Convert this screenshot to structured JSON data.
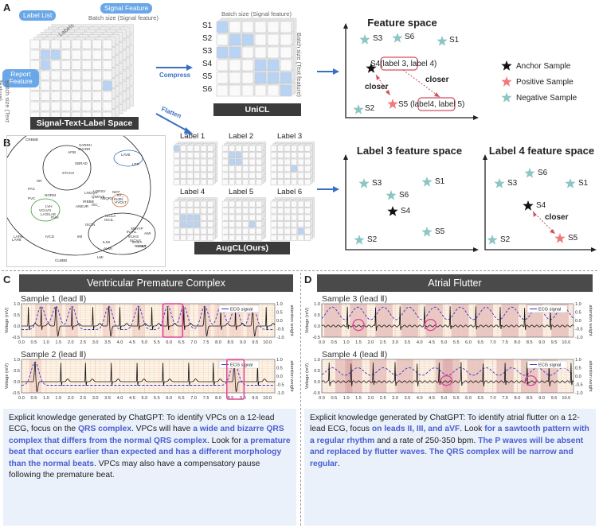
{
  "panel_letters": {
    "a": "A",
    "b": "B",
    "c": "C",
    "d": "D"
  },
  "panel_a": {
    "pills": {
      "label_list": "Label List",
      "signal_feature": "Signal Feature",
      "report_feature": "Report\nFeature"
    },
    "cube_texts": {
      "labels": "Labels",
      "batch_signal": "Batch size (Signal feature)",
      "batch_text": "Batch size (Text feature)"
    },
    "space_caption": "Signal-Text-Label Space",
    "compress_label": "Compress",
    "flatten_label": "Flatten",
    "unicl": {
      "rows": [
        "S1",
        "S2",
        "S3",
        "S4",
        "S5",
        "S6"
      ],
      "top_label": "Batch size (Signal feature)",
      "side_label": "Batch size (Text feature)",
      "caption": "UniCL"
    },
    "feature_space": {
      "title": "Feature space",
      "points": {
        "s3": "S3",
        "s6": "S6",
        "s1": "S1",
        "s4": "S4(label 3, label 4)",
        "s5": "S5 (label4, label 5)",
        "s2": "S2"
      },
      "s4_box": "label 3",
      "s5_box": "label 5",
      "closer_1": "closer",
      "closer_2": "closer"
    },
    "legend": {
      "anchor": "Anchor Sample",
      "positive": "Positive  Sample",
      "negative": "Negative Sample"
    }
  },
  "panel_b": {
    "cluster_labels": [
      "CRBBB",
      "AFIB",
      "SARRH",
      "SVARR",
      "SBRAD",
      "STACH",
      "LAVB",
      "LPR",
      "SR",
      "PAC",
      "NORM",
      "PVC",
      "LNGQT",
      "LQRSV",
      "QWAVE",
      "NDT",
      "NT_",
      "ABQRS",
      "IRBBB",
      "ANEUR",
      "INJIN",
      "HVOLT",
      "VCLVH",
      "LAFB",
      "ISC_",
      "LVH",
      "LAO/LAE",
      "RVH",
      "ISCLA",
      "ISCIL",
      "ISCIN",
      "SEHYP",
      "INJAS",
      "INJAL",
      "ISCAS",
      "INJLA",
      "RVOLT",
      "IMI",
      "ILMI",
      "ALMI",
      "AMI",
      "ASMI",
      "LMI",
      "CLBBB",
      "IVCD",
      "LAFB"
    ],
    "augcl": {
      "grids": [
        "Label 1",
        "Label 2",
        "Label 3",
        "Label 4",
        "Label 5",
        "Label 6"
      ],
      "caption": "AugCL(Ours)"
    },
    "label3_space": {
      "title": "Label 3 feature space",
      "points": {
        "s6": "S6",
        "s3": "S3",
        "s1": "S1",
        "s4": "S4",
        "s5": "S5",
        "s2": "S2"
      }
    },
    "label4_space": {
      "title": "Label 4 feature space",
      "points": {
        "s6": "S6",
        "s3": "S3",
        "s1": "S1",
        "s4": "S4",
        "s5": "S5",
        "s2": "S2"
      },
      "closer": "closer"
    }
  },
  "panel_c": {
    "header": "Ventricular Premature Complex",
    "sample1_title": "Sample 1 (lead Ⅱ)",
    "sample2_title": "Sample 2 (lead Ⅱ)",
    "knowledge": {
      "p1": "Explicit knowledge generated by ChatGPT: To identify VPCs on a 12-lead ECG, focus on the ",
      "h1": "QRS complex",
      "p2": ". VPCs will have ",
      "h2": "a wide and bizarre QRS complex that differs from the normal QRS complex",
      "p3": ". Look for ",
      "h3": "a premature beat that occurs earlier than expected and has a different morphology than the normal beats",
      "p4": ". VPCs may also have a compensatory pause following the premature beat."
    }
  },
  "panel_d": {
    "header": "Atrial Flutter",
    "sample3_title": "Sample 3 (lead Ⅱ)",
    "sample4_title": "Sample 4 (lead Ⅱ)",
    "knowledge": {
      "p1": "Explicit knowledge generated by ChatGPT: To identify atrial flutter on a 12-lead ECG, focus ",
      "h1": "on leads II, III, and aVF",
      "p2": ". Look ",
      "h2": "for a sawtooth pattern with a regular rhythm",
      "p3": " and a rate of 250-350 bpm. ",
      "h3": "The P waves will be absent and replaced by flutter waves",
      "p4": ". ",
      "h4": "The QRS complex will be narrow and regular",
      "p5": "."
    }
  },
  "chart_data": [
    {
      "type": "line",
      "title": "Sample 1 (lead Ⅱ)",
      "xlabel": "",
      "ylabel": "Voltage (mV)",
      "y2label": "attention weight",
      "xlim": [
        0,
        10.3
      ],
      "ylim": [
        -0.5,
        1.0
      ],
      "y2lim": [
        -1.0,
        1.0
      ],
      "x_ticks": [
        "0.0",
        "0.5",
        "1.0",
        "1.5",
        "2.0",
        "2.5",
        "3.0",
        "3.5",
        "4.0",
        "4.5",
        "5.0",
        "5.5",
        "6.0",
        "6.5",
        "7.0",
        "7.5",
        "8.0",
        "8.5",
        "9.0",
        "9.5",
        "10.0"
      ],
      "y_ticks": [
        "-0.5",
        "0.0",
        "0.5",
        "1.0"
      ],
      "y2_ticks": [
        "-1.0",
        "-0.5",
        "0.0",
        "0.5",
        "1.0"
      ],
      "legend": [
        "ECG signal"
      ],
      "beats": [
        0.28,
        0.8,
        1.4,
        2.05,
        2.9,
        3.55,
        4.0,
        4.75,
        5.3,
        5.95,
        6.6,
        7.45,
        8.1,
        8.7,
        9.4,
        9.95
      ],
      "attention_peaks": [
        0.8,
        1.4,
        2.05,
        3.55,
        4.75,
        5.95,
        6.6,
        7.45,
        8.1,
        8.7,
        9.4
      ]
    },
    {
      "type": "line",
      "title": "Sample 2 (lead Ⅱ)",
      "xlabel": "",
      "ylabel": "Voltage (mV)",
      "y2label": "attention weight",
      "xlim": [
        0,
        10.3
      ],
      "ylim": [
        -0.5,
        1.0
      ],
      "y2lim": [
        -1.0,
        1.0
      ],
      "x_ticks": [
        "0.0",
        "0.5",
        "1.0",
        "1.5",
        "2.0",
        "2.5",
        "3.0",
        "3.5",
        "4.0",
        "4.5",
        "5.0",
        "5.5",
        "6.0",
        "6.5",
        "7.0",
        "7.5",
        "8.0",
        "8.5",
        "9.0",
        "9.5",
        "10.0"
      ],
      "y_ticks": [
        "-0.5",
        "0.0",
        "0.5",
        "1.0"
      ],
      "y2_ticks": [
        "-1.0",
        "-0.5",
        "0.0",
        "0.5",
        "1.0"
      ],
      "legend": [
        "ECG signal"
      ],
      "beats": [
        0.55,
        1.6,
        2.6,
        3.65,
        4.7,
        5.75,
        6.8,
        7.8,
        8.65,
        9.6
      ],
      "attention_peaks": [
        0.55,
        8.65
      ]
    },
    {
      "type": "line",
      "title": "Sample 3 (lead Ⅱ)",
      "xlabel": "",
      "ylabel": "Voltage (mV)",
      "y2label": "attention weight",
      "xlim": [
        0,
        10.3
      ],
      "ylim": [
        -0.5,
        1.0
      ],
      "y2lim": [
        -1.0,
        1.0
      ],
      "x_ticks": [
        "0.0",
        "0.5",
        "1.0",
        "1.5",
        "2.0",
        "2.5",
        "3.0",
        "3.5",
        "4.0",
        "4.5",
        "5.0",
        "5.5",
        "6.0",
        "6.5",
        "7.0",
        "7.5",
        "8.0",
        "8.5",
        "9.0",
        "9.5",
        "10.0"
      ],
      "y_ticks": [
        "-0.5",
        "0.0",
        "0.5",
        "1.0"
      ],
      "y2_ticks": [
        "-1.0",
        "-0.5",
        "0.0",
        "0.5",
        "1.0"
      ],
      "legend": [
        "ECG signal"
      ],
      "beats": [
        1.05,
        2.2,
        3.2,
        4.2,
        5.25,
        6.3,
        7.3,
        8.3,
        9.35
      ],
      "attention_peaks": [
        0.45,
        1.5,
        2.55,
        3.6,
        4.6,
        5.65,
        6.65,
        7.7,
        8.7,
        9.75
      ]
    },
    {
      "type": "line",
      "title": "Sample 4 (lead Ⅱ)",
      "xlabel": "",
      "ylabel": "Voltage (mV)",
      "y2label": "attention weight",
      "xlim": [
        0,
        10.3
      ],
      "ylim": [
        -0.5,
        1.0
      ],
      "y2lim": [
        -1.0,
        1.0
      ],
      "x_ticks": [
        "0.0",
        "0.5",
        "1.0",
        "1.5",
        "2.0",
        "2.5",
        "3.0",
        "3.5",
        "4.0",
        "4.5",
        "5.0",
        "5.5",
        "6.0",
        "6.5",
        "7.0",
        "7.5",
        "8.0",
        "8.5",
        "9.0",
        "9.5",
        "10.0"
      ],
      "y_ticks": [
        "-0.5",
        "0.0",
        "0.5",
        "1.0"
      ],
      "y2_ticks": [
        "-1.0",
        "-0.5",
        "0.0",
        "0.5",
        "1.0"
      ],
      "legend": [
        "ECG signal"
      ],
      "beats": [
        0.3,
        1.2,
        2.1,
        3.0,
        3.9,
        4.8,
        5.7,
        6.6,
        7.5,
        8.4,
        9.3,
        10.2
      ],
      "attention_peaks": [
        0.9,
        1.3,
        2.3,
        3.4,
        5.0,
        5.3,
        6.3,
        7.5,
        8.5,
        9.3
      ]
    }
  ]
}
